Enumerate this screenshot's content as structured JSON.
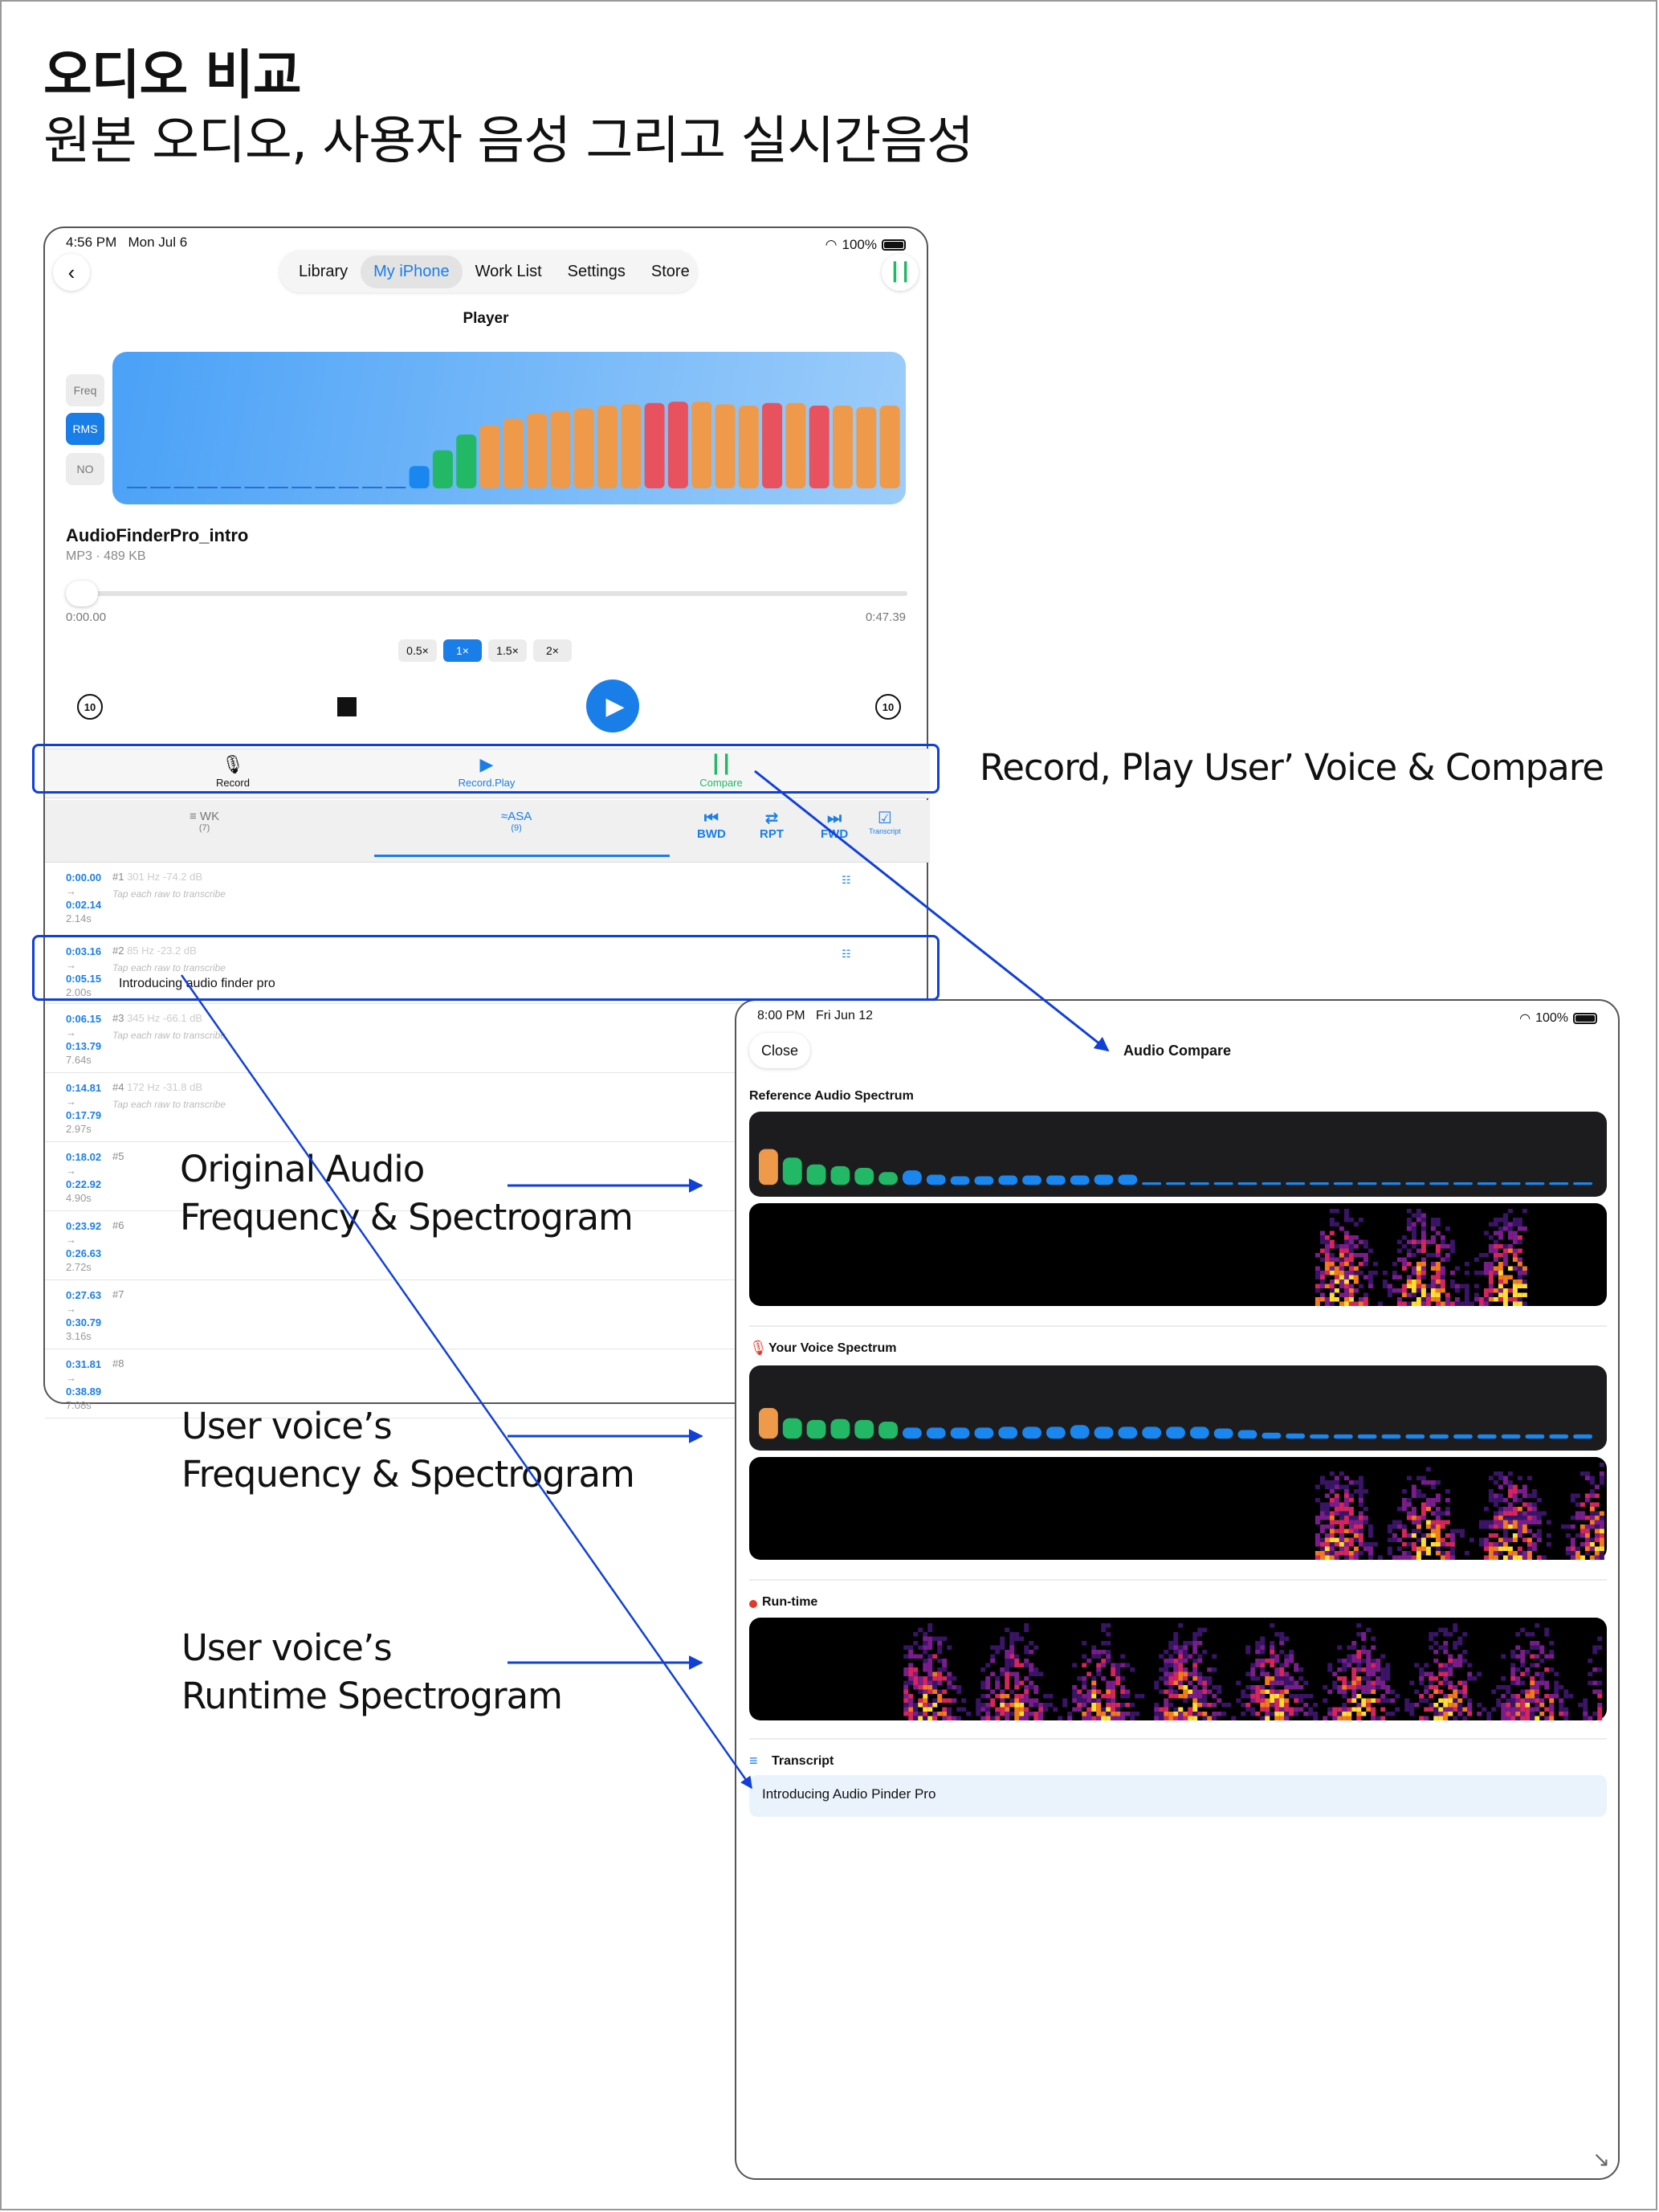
{
  "headline": "오디오 비교",
  "subhead": "원본 오디오, 사용자 음성 그리고 실시간음성",
  "colors": {
    "accent": "#1a7ee8",
    "annotation": "#1140d8",
    "green": "#22b866",
    "orange": "#ee9a4a",
    "red": "#e8525f"
  },
  "player": {
    "status": {
      "time": "4:56 PM",
      "date": "Mon Jul 6",
      "battery": "100%"
    },
    "tabs": [
      "Library",
      "My iPhone",
      "Work List",
      "Settings",
      "Store"
    ],
    "selected_tab": "My iPhone",
    "title": "Player",
    "modes": [
      "Freq",
      "RMS",
      "NO"
    ],
    "selected_mode": "RMS",
    "track_name": "AudioFinderPro_intro",
    "track_meta": "MP3 · 489 KB",
    "time_start": "0:00.00",
    "time_end": "0:47.39",
    "progress": 0.0,
    "speeds": [
      "0.5×",
      "1×",
      "1.5×",
      "2×"
    ],
    "selected_speed": "1×",
    "skip_label": "10",
    "actions": {
      "record": "Record",
      "record_play": "Record.Play",
      "compare": "Compare"
    },
    "toolbar": {
      "wk": "WK",
      "wk_count": "(7)",
      "asa": "ASA",
      "asa_count": "(9)",
      "bwd": "BWD",
      "rpt": "RPT",
      "fwd": "FWD",
      "transcript": "Transcript"
    },
    "transcribe_hint": "Tap each raw to transcribe",
    "rows": [
      {
        "start": "0:00.00",
        "end": "0:02.14",
        "dur": "2.14s",
        "num": "#1",
        "meta": "301 Hz  -74.2 dB",
        "text": ""
      },
      {
        "start": "0:03.16",
        "end": "0:05.15",
        "dur": "2.00s",
        "num": "#2",
        "meta": "85 Hz  -23.2 dB",
        "text": "Introducing audio finder pro"
      },
      {
        "start": "0:06.15",
        "end": "0:13.79",
        "dur": "7.64s",
        "num": "#3",
        "meta": "345 Hz  -66.1 dB",
        "text": ""
      },
      {
        "start": "0:14.81",
        "end": "0:17.79",
        "dur": "2.97s",
        "num": "#4",
        "meta": "172 Hz  -31.8 dB",
        "text": ""
      },
      {
        "start": "0:18.02",
        "end": "0:22.92",
        "dur": "4.90s",
        "num": "#5",
        "meta": "",
        "text": ""
      },
      {
        "start": "0:23.92",
        "end": "0:26.63",
        "dur": "2.72s",
        "num": "#6",
        "meta": "",
        "text": ""
      },
      {
        "start": "0:27.63",
        "end": "0:30.79",
        "dur": "3.16s",
        "num": "#7",
        "meta": "",
        "text": ""
      },
      {
        "start": "0:31.81",
        "end": "0:38.89",
        "dur": "7.08s",
        "num": "#8",
        "meta": "",
        "text": ""
      }
    ],
    "viz_levels": [
      0.05,
      0.05,
      0.05,
      0.05,
      0.05,
      0.05,
      0.05,
      0.05,
      0.05,
      0.05,
      0.05,
      0.05,
      0.17,
      0.29,
      0.41,
      0.48,
      0.53,
      0.57,
      0.59,
      0.61,
      0.63,
      0.64,
      0.65,
      0.66,
      0.66,
      0.64,
      0.63,
      0.65,
      0.65,
      0.63,
      0.63,
      0.62,
      0.63
    ]
  },
  "compare": {
    "status": {
      "time": "8:00 PM",
      "date": "Fri Jun 12",
      "battery": "100%"
    },
    "close": "Close",
    "title": "Audio Compare",
    "ref_title": "Reference Audio Spectrum",
    "voice_title": "Your Voice Spectrum",
    "runtime_title": "Run-time",
    "transcript_title": "Transcript",
    "transcript_text": "Introducing Audio Pinder Pro",
    "ref_levels": [
      0.42,
      0.32,
      0.24,
      0.22,
      0.2,
      0.15,
      0.17,
      0.12,
      0.1,
      0.1,
      0.11,
      0.11,
      0.11,
      0.11,
      0.12,
      0.12,
      0.03,
      0.03,
      0.03,
      0.03,
      0.03,
      0.03,
      0.03,
      0.03,
      0.03,
      0.03,
      0.03,
      0.03,
      0.03,
      0.03,
      0.03,
      0.03,
      0.03,
      0.03,
      0.03
    ],
    "voice_levels": [
      0.36,
      0.24,
      0.22,
      0.23,
      0.22,
      0.2,
      0.13,
      0.13,
      0.13,
      0.13,
      0.14,
      0.14,
      0.14,
      0.16,
      0.14,
      0.14,
      0.14,
      0.14,
      0.14,
      0.12,
      0.1,
      0.07,
      0.06,
      0.05,
      0.05,
      0.05,
      0.05,
      0.05,
      0.05,
      0.05,
      0.05,
      0.05,
      0.05,
      0.05,
      0.05
    ]
  },
  "annotations": {
    "record_compare": "Record, Play User’ Voice & Compare",
    "original_1": "Original Audio",
    "original_2": "Frequency &  Spectrogram",
    "user_1": "User voice’s",
    "user_2": "Frequency &  Spectrogram",
    "runtime_1": "User voice’s",
    "runtime_2": "Runtime Spectrogram"
  }
}
